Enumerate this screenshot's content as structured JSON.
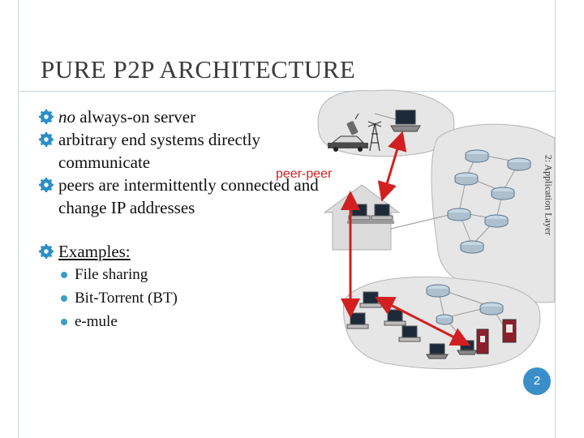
{
  "slide": {
    "title": "PURE P2P ARCHITECTURE",
    "bullets": [
      {
        "emphasis": "no",
        "text": " always-on server"
      },
      {
        "text": "arbitrary end systems directly communicate"
      },
      {
        "text": "peers are intermittently connected and change IP addresses"
      }
    ],
    "examples": {
      "heading": "Examples:",
      "items": [
        "File sharing",
        "Bit-Torrent (BT)",
        "e-mule"
      ]
    },
    "diagram_label": "peer-peer",
    "side_label": "2: Application Layer",
    "page_number": "2"
  },
  "colors": {
    "bullet_icon": "#2b8fc7",
    "arrow": "#d22020",
    "page_badge": "#3a8fc8",
    "frame": "#c9d3dc"
  },
  "icons": [
    "gear-bullet-icon",
    "desktop-computer-icon",
    "laptop-icon",
    "cellphone-icon",
    "cell-tower-icon",
    "car-icon",
    "router-icon",
    "server-icon"
  ]
}
